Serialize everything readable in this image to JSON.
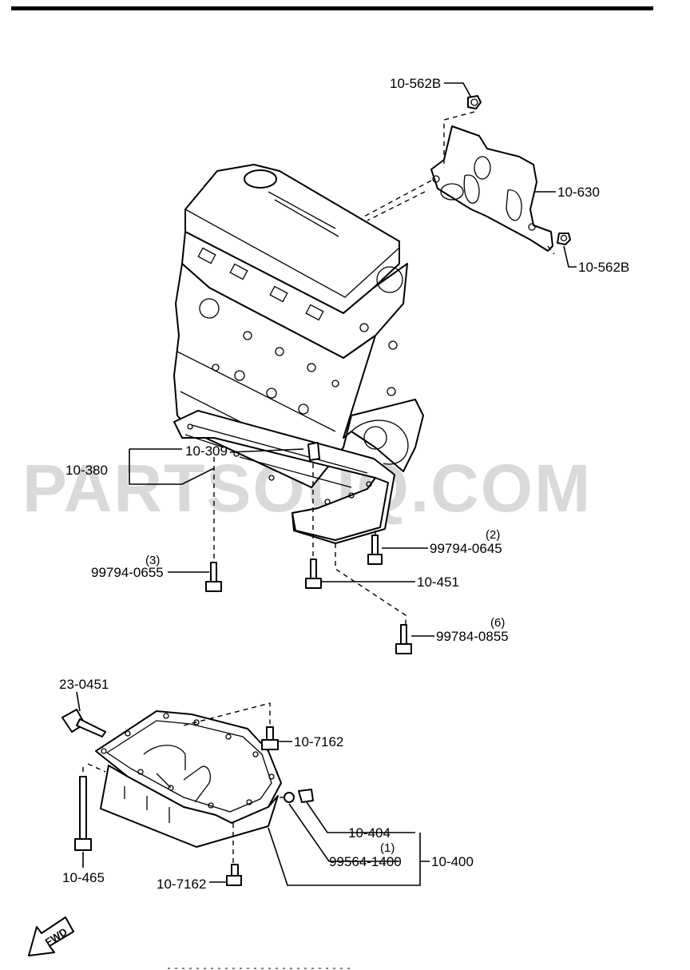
{
  "watermark": "PARTSOUQ.COM",
  "fwd_label": "FWD",
  "labels": {
    "p10_562B_top": "10-562B",
    "p10_630": "10-630",
    "p10_562B_right": "10-562B",
    "p10_380": "10-380",
    "p10_309": "10-309",
    "p99794_0645": "99794-0645",
    "p99794_0645_qty": "(2)",
    "p99794_0655": "99794-0655",
    "p99794_0655_qty": "(3)",
    "p10_451": "10-451",
    "p99784_0855": "99784-0855",
    "p99784_0855_qty": "(6)",
    "p23_0451": "23-0451",
    "p10_7162_top": "10-7162",
    "p10_404": "10-404",
    "p99564_1400": "99564-1400",
    "p99564_1400_qty": "(1)",
    "p10_400": "10-400",
    "p10_465": "10-465",
    "p10_7162_bottom": "10-7162"
  }
}
